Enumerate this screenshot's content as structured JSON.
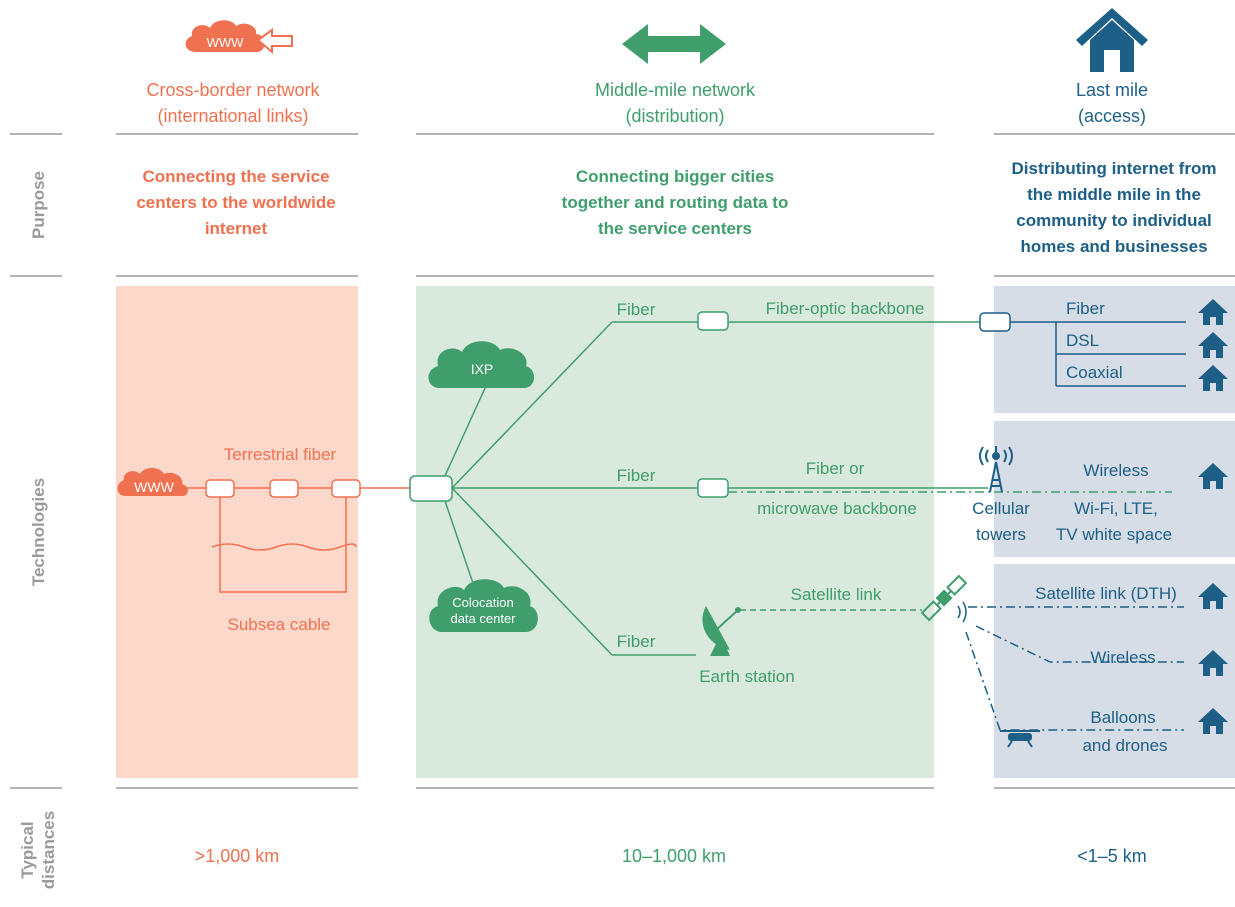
{
  "colors": {
    "orange": "#f0714f",
    "green": "#3f9e6c",
    "blue": "#1d5f86",
    "gray": "#9a9a9a",
    "orange_bg": "#fcd8ca",
    "green_bg": "#d9e9dd",
    "blue_bg": "#d6dde6"
  },
  "headers": {
    "cross_border": {
      "icon": "www-cloud-arrow-icon",
      "line1": "Cross-border network",
      "line2": "(international links)"
    },
    "middle_mile": {
      "icon": "double-arrow-icon",
      "line1": "Middle-mile network",
      "line2": "(distribution)"
    },
    "last_mile": {
      "icon": "house-icon",
      "line1": "Last mile",
      "line2": "(access)"
    }
  },
  "row_labels": {
    "purpose": "Purpose",
    "technologies": "Technologies",
    "typical_line1": "Typical",
    "typical_line2": "distances"
  },
  "purpose": {
    "cross_border": [
      "Connecting the service",
      "centers to the worldwide",
      "internet"
    ],
    "middle_mile": [
      "Connecting bigger cities",
      "together and routing data to",
      "the service centers"
    ],
    "last_mile": [
      "Distributing internet from",
      "the middle mile in the",
      "community to individual",
      "homes and businesses"
    ]
  },
  "technologies": {
    "www": "WWW",
    "terrestrial_fiber": "Terrestrial fiber",
    "subsea_cable": "Subsea cable",
    "ixp": "IXP",
    "colocation_line1": "Colocation",
    "colocation_line2": "data center",
    "fiber_top": "Fiber",
    "fiber_optic_backbone": "Fiber-optic backbone",
    "fiber_mid": "Fiber",
    "fiber_or": "Fiber or",
    "microwave_backbone": "microwave backbone",
    "fiber_bottom": "Fiber",
    "satellite_link": "Satellite link",
    "earth_station": "Earth station",
    "cellular_line1": "Cellular",
    "cellular_line2": "towers",
    "last_fiber": "Fiber",
    "last_dsl": "DSL",
    "last_coaxial": "Coaxial",
    "wireless_1": "Wireless",
    "wireless_1_sub1": "Wi-Fi, LTE,",
    "wireless_1_sub2": "TV white space",
    "satellite_dth": "Satellite link (DTH)",
    "wireless_2": "Wireless",
    "balloons_line1": "Balloons",
    "balloons_line2": "and drones"
  },
  "distances": {
    "cross_border": ">1,000 km",
    "middle_mile": "10–1,000 km",
    "last_mile": "<1–5 km"
  }
}
